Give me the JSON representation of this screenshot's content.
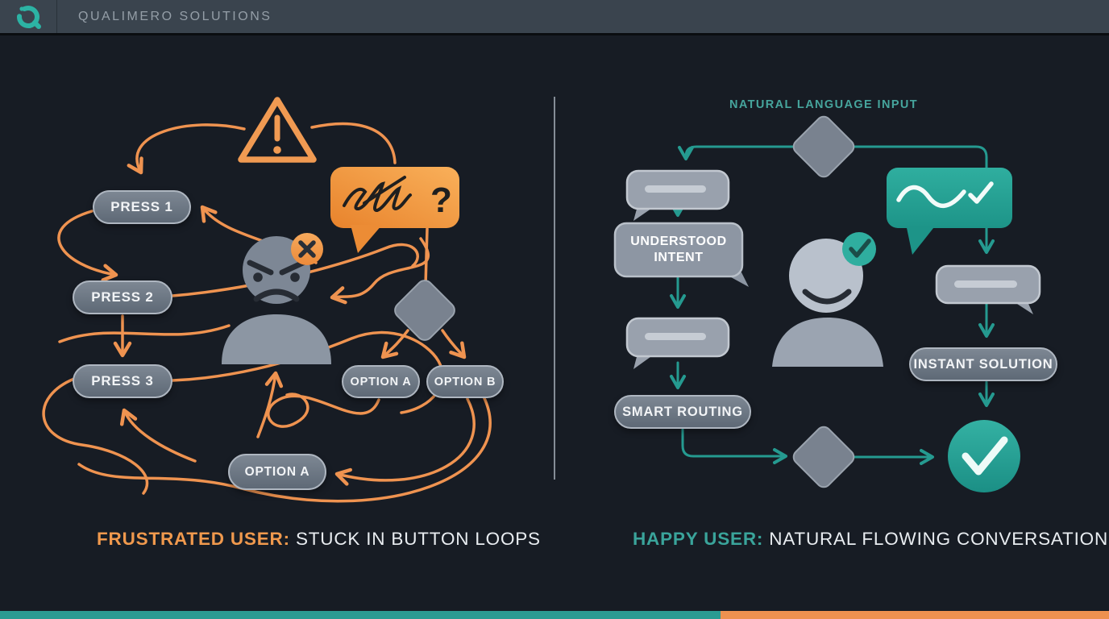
{
  "topbar": {
    "brand": "QUALIMERO SOLUTIONS"
  },
  "left_panel": {
    "caption": {
      "highlight": "FRUSTRATED USER:",
      "rest": " STUCK IN BUTTON LOOPS"
    },
    "buttons": {
      "press1": "PRESS 1",
      "press2": "PRESS 2",
      "press3": "PRESS 3",
      "option_a": "OPTION A",
      "option_b": "OPTION B",
      "option_a2": "OPTION A"
    },
    "speech_bubble_text": "?"
  },
  "right_panel": {
    "flow_label": "NATURAL LANGUAGE INPUT",
    "nodes": {
      "understood_intent": "UNDERSTOOD INTENT",
      "smart_routing": "SMART ROUTING",
      "instant_solution": "INSTANT SOLUTION"
    },
    "caption": {
      "highlight": "HAPPY USER:",
      "rest": " NATURAL FLOWING CONVERSATION"
    }
  },
  "icons": {
    "logo": "qualimero-ring-icon",
    "warning": "warning-triangle-icon",
    "error_badge": "x-badge-icon",
    "frustrated_user": "angry-person-icon",
    "happy_user": "smiling-person-icon",
    "success": "check-circle-icon",
    "decision": "diamond-icon",
    "chat": "speech-bubble-icon"
  },
  "colors": {
    "accent_orange": "#EF9350",
    "accent_teal": "#2A9D93",
    "background": "#171C24",
    "topbar": "#3A444E",
    "node_gray": "#6B7684"
  }
}
